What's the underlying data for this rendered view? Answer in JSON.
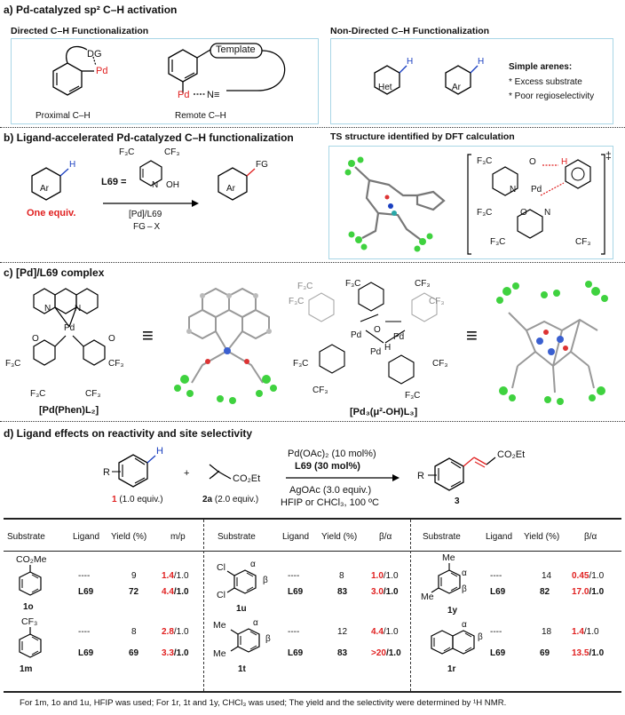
{
  "sections": {
    "a_title": "a) Pd-catalyzed sp² C–H activation",
    "a_directed": "Directed C–H Functionalization",
    "a_nondirected": "Non-Directed C–H Functionalization",
    "b_title": "b) Ligand-accelerated Pd-catalyzed C–H functionalization",
    "b_ts": "TS structure identified by DFT calculation",
    "c_title": "c) [Pd]/L69 complex",
    "d_title": "d) Ligand effects on reactivity and site selectivity"
  },
  "panel_a": {
    "dg": "DG",
    "pd": "Pd",
    "template": "Template",
    "n_triple": "N≡",
    "proximal": "Proximal C–H",
    "remote": "Remote C–H",
    "het": "Het",
    "ar": "Ar",
    "h": "H",
    "simple_arenes": "Simple arenes:",
    "bullet1": "* Excess substrate",
    "bullet2": "* Poor regioselectivity"
  },
  "panel_b": {
    "cf3": "CF₃",
    "f3c": "F₃C",
    "l69_eq": "L69 =",
    "n": "N",
    "oh": "OH",
    "ar": "Ar",
    "h": "H",
    "fg": "FG",
    "one_equiv": "One equiv.",
    "cat": "[Pd]/L69",
    "fgx": "FG – X",
    "ts_f3c": "F₃C",
    "ts_cf3": "CF₃",
    "ts_o": "O",
    "ts_h": "H",
    "ts_n": "N",
    "ts_pd": "Pd",
    "ts_dagger": "‡"
  },
  "panel_c": {
    "complex1": "[Pd(Phen)L₂]",
    "complex2": "[Pd₃(μ²-OH)L₃]",
    "equiv": "≡",
    "n": "N",
    "pd": "Pd",
    "o": "O",
    "h": "H",
    "cf3": "CF₃",
    "f3c": "F₃C"
  },
  "panel_d": {
    "reactant1_r": "R",
    "reactant1_label": "1",
    "reactant1_equiv": "(1.0 equiv.)",
    "plus": "+",
    "reagent_co2et": "CO₂Et",
    "reagent_label": "2a",
    "reagent_equiv": "(2.0 equiv.)",
    "cond1": "Pd(OAc)₂ (10 mol%)",
    "cond2": "L69 (30 mol%)",
    "cond3": "AgOAc (3.0 equiv.)",
    "cond4": "HFIP or CHCl₃, 100 ºC",
    "product_label": "3",
    "product_co2et": "CO₂Et",
    "product_r": "R"
  },
  "table": {
    "headers_1": [
      "Substrate",
      "Ligand",
      "Yield (%)",
      "m/p"
    ],
    "headers_2": [
      "Substrate",
      "Ligand",
      "Yield (%)",
      "β/α"
    ],
    "headers_3": [
      "Substrate",
      "Ligand",
      "Yield (%)",
      "β/α"
    ],
    "entries": [
      {
        "label": "1o",
        "sub": "CO₂Me",
        "rows": [
          {
            "ligand": "----",
            "yield": "9",
            "ratio_a": "1.4",
            "ratio_b": "/1.0"
          },
          {
            "ligand": "L69",
            "yield": "72",
            "ratio_a": "4.4",
            "ratio_b": "/1.0"
          }
        ]
      },
      {
        "label": "1m",
        "sub": "CF₃",
        "rows": [
          {
            "ligand": "----",
            "yield": "8",
            "ratio_a": "2.8",
            "ratio_b": "/1.0"
          },
          {
            "ligand": "L69",
            "yield": "69",
            "ratio_a": "3.3",
            "ratio_b": "/1.0"
          }
        ]
      },
      {
        "label": "1u",
        "sub": "Cl",
        "rows": [
          {
            "ligand": "----",
            "yield": "8",
            "ratio_a": "1.0",
            "ratio_b": "/1.0"
          },
          {
            "ligand": "L69",
            "yield": "83",
            "ratio_a": "3.0",
            "ratio_b": "/1.0"
          }
        ]
      },
      {
        "label": "1t",
        "sub": "Me",
        "rows": [
          {
            "ligand": "----",
            "yield": "12",
            "ratio_a": "4.4",
            "ratio_b": "/1.0"
          },
          {
            "ligand": "L69",
            "yield": "83",
            "ratio_a": ">20",
            "ratio_b": "/1.0"
          }
        ]
      },
      {
        "label": "1y",
        "sub": "Me",
        "rows": [
          {
            "ligand": "----",
            "yield": "14",
            "ratio_a": "0.45",
            "ratio_b": "/1.0"
          },
          {
            "ligand": "L69",
            "yield": "82",
            "ratio_a": "17.0",
            "ratio_b": "/1.0"
          }
        ]
      },
      {
        "label": "1r",
        "sub": "",
        "rows": [
          {
            "ligand": "----",
            "yield": "18",
            "ratio_a": "1.4",
            "ratio_b": "/1.0"
          },
          {
            "ligand": "L69",
            "yield": "69",
            "ratio_a": "13.5",
            "ratio_b": "/1.0"
          }
        ]
      }
    ],
    "alpha": "α",
    "beta": "β",
    "footnote": "For 1m, 1o and 1u, HFIP was used; For 1r, 1t and 1y, CHCl₃ was used; The yield and the selectivity were determined by ¹H NMR."
  }
}
